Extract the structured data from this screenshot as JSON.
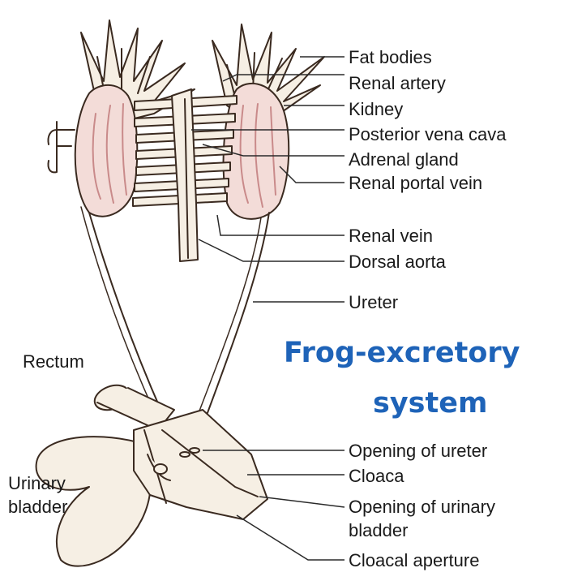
{
  "title": {
    "line1": "Frog-excretory",
    "line2": "system"
  },
  "labels": {
    "fat_bodies": "Fat bodies",
    "renal_artery": "Renal artery",
    "kidney": "Kidney",
    "posterior_vena_cava": "Posterior vena cava",
    "adrenal_gland": "Adrenal gland",
    "renal_portal_vein": "Renal portal vein",
    "renal_vein": "Renal vein",
    "dorsal_aorta": "Dorsal aorta",
    "ureter": "Ureter",
    "rectum": "Rectum",
    "opening_of_ureter": "Opening of ureter",
    "cloaca": "Cloaca",
    "opening_of_urinary_bladder_1": "Opening of urinary",
    "opening_of_urinary_bladder_2": "bladder",
    "urinary_bladder_1": "Urinary",
    "urinary_bladder_2": "bladder",
    "cloacal_aperture": "Cloacal aperture"
  },
  "colors": {
    "title": "#1e63b8",
    "outline": "#3a2a20",
    "kidney_fill": "#f3dcd8",
    "kidney_stripe": "#c98a8a",
    "tissue_fill": "#f6efe4",
    "leader_line": "#2a2a2a"
  }
}
